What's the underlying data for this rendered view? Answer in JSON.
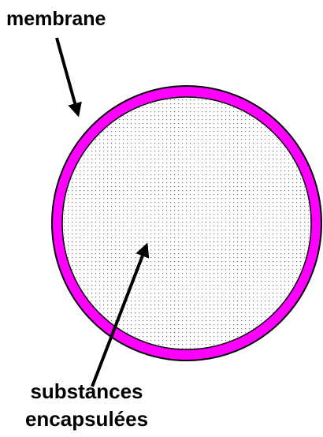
{
  "diagram": {
    "labels": {
      "membrane": "membrane",
      "encapsulated_line1": "substances",
      "encapsulated_line2": "encapsulées"
    },
    "colors": {
      "membrane": "#ff00ff",
      "outline": "#000000",
      "dots": "#7a7a7a",
      "fill": "#ffffff",
      "text": "#000000"
    }
  }
}
